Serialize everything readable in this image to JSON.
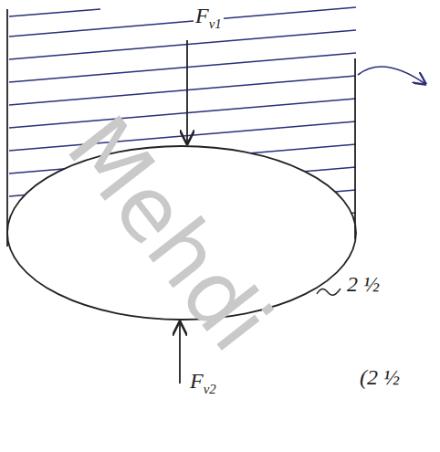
{
  "diagram": {
    "labels": [
      "Fv1",
      "2 ½",
      "Fv2",
      "(2 ½",
      "Mehdi"
    ]
  }
}
